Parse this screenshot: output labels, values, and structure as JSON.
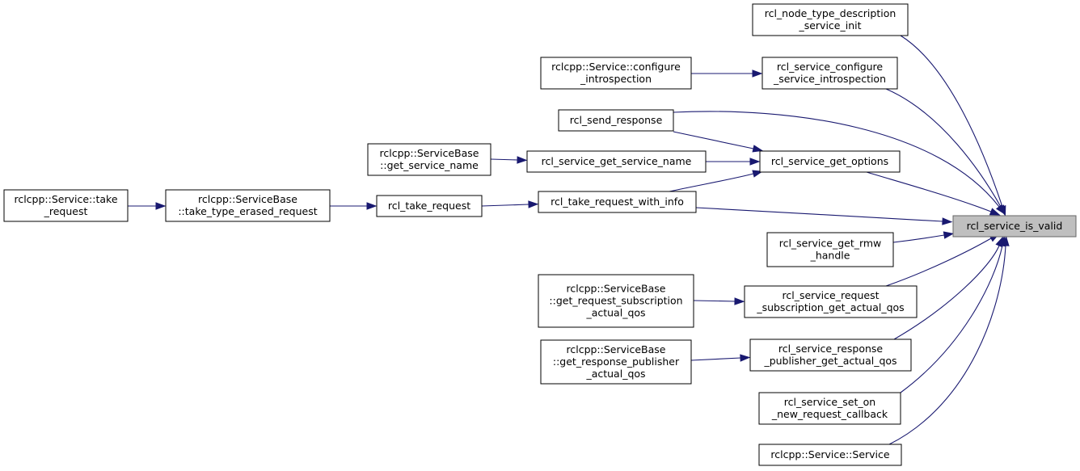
{
  "graph": {
    "nodes": [
      {
        "id": "focus",
        "lines": [
          "rcl_service_is_valid"
        ]
      },
      {
        "id": "node_type_desc",
        "lines": [
          "rcl_node_type_description",
          "_service_init"
        ]
      },
      {
        "id": "configure_introspection",
        "lines": [
          "rcl_service_configure",
          "_service_introspection"
        ]
      },
      {
        "id": "rclcpp_configure",
        "lines": [
          "rclcpp::Service::configure",
          "_introspection"
        ]
      },
      {
        "id": "send_response",
        "lines": [
          "rcl_send_response"
        ]
      },
      {
        "id": "get_options",
        "lines": [
          "rcl_service_get_options"
        ]
      },
      {
        "id": "get_service_name",
        "lines": [
          "rcl_service_get_service_name"
        ]
      },
      {
        "id": "rclcpp_get_service_name",
        "lines": [
          "rclcpp::ServiceBase",
          "::get_service_name"
        ]
      },
      {
        "id": "take_request_with_info",
        "lines": [
          "rcl_take_request_with_info"
        ]
      },
      {
        "id": "take_request",
        "lines": [
          "rcl_take_request"
        ]
      },
      {
        "id": "take_type_erased",
        "lines": [
          "rclcpp::ServiceBase",
          "::take_type_erased_request"
        ]
      },
      {
        "id": "service_take",
        "lines": [
          "rclcpp::Service::take",
          "_request"
        ]
      },
      {
        "id": "get_rmw_handle",
        "lines": [
          "rcl_service_get_rmw",
          "_handle"
        ]
      },
      {
        "id": "request_sub_qos",
        "lines": [
          "rcl_service_request",
          "_subscription_get_actual_qos"
        ]
      },
      {
        "id": "rclcpp_request_sub_qos",
        "lines": [
          "rclcpp::ServiceBase",
          "::get_request_subscription",
          "_actual_qos"
        ]
      },
      {
        "id": "response_pub_qos",
        "lines": [
          "rcl_service_response",
          "_publisher_get_actual_qos"
        ]
      },
      {
        "id": "rclcpp_response_pub_qos",
        "lines": [
          "rclcpp::ServiceBase",
          "::get_response_publisher",
          "_actual_qos"
        ]
      },
      {
        "id": "set_on_new_request",
        "lines": [
          "rcl_service_set_on",
          "_new_request_callback"
        ]
      },
      {
        "id": "service_ctor",
        "lines": [
          "rclcpp::Service::Service"
        ]
      }
    ],
    "edges": [
      {
        "from": "node_type_desc",
        "to": "focus"
      },
      {
        "from": "configure_introspection",
        "to": "focus"
      },
      {
        "from": "send_response",
        "to": "focus"
      },
      {
        "from": "get_options",
        "to": "focus"
      },
      {
        "from": "take_request_with_info",
        "to": "focus"
      },
      {
        "from": "get_rmw_handle",
        "to": "focus"
      },
      {
        "from": "request_sub_qos",
        "to": "focus"
      },
      {
        "from": "response_pub_qos",
        "to": "focus"
      },
      {
        "from": "set_on_new_request",
        "to": "focus"
      },
      {
        "from": "service_ctor",
        "to": "focus"
      },
      {
        "from": "rclcpp_configure",
        "to": "configure_introspection"
      },
      {
        "from": "send_response",
        "to": "get_options"
      },
      {
        "from": "get_service_name",
        "to": "get_options"
      },
      {
        "from": "take_request_with_info",
        "to": "get_options"
      },
      {
        "from": "rclcpp_get_service_name",
        "to": "get_service_name"
      },
      {
        "from": "take_request",
        "to": "take_request_with_info"
      },
      {
        "from": "take_type_erased",
        "to": "take_request"
      },
      {
        "from": "service_take",
        "to": "take_type_erased"
      },
      {
        "from": "rclcpp_request_sub_qos",
        "to": "request_sub_qos"
      },
      {
        "from": "rclcpp_response_pub_qos",
        "to": "response_pub_qos"
      }
    ]
  }
}
